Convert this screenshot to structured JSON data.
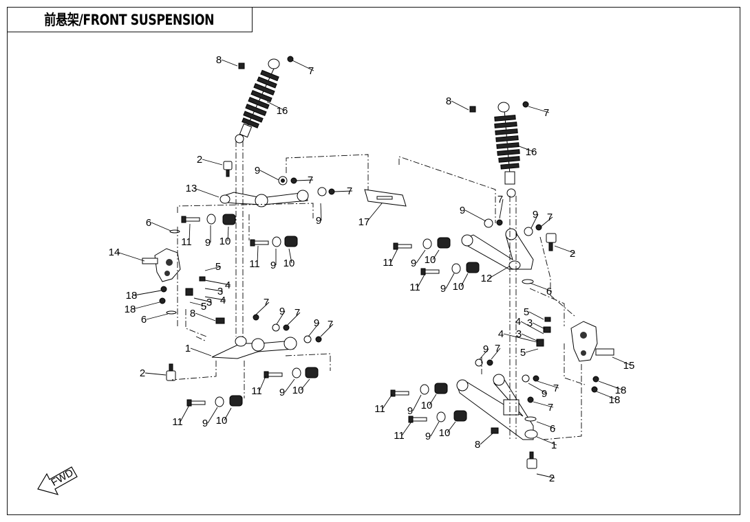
{
  "title": "前悬架/FRONT SUSPENSION",
  "fwd_label": "FWD",
  "callouts_left": [
    "8",
    "7",
    "16",
    "2",
    "9",
    "7",
    "7",
    "13",
    "9",
    "6",
    "11",
    "9",
    "10",
    "11",
    "9",
    "10",
    "14",
    "5",
    "4",
    "3",
    "18",
    "3",
    "4",
    "18",
    "5",
    "6",
    "8",
    "7",
    "9",
    "7",
    "9",
    "7",
    "1",
    "11",
    "9",
    "10",
    "2",
    "11",
    "9",
    "10"
  ],
  "callouts_right": [
    "8",
    "7",
    "16",
    "17",
    "9",
    "7",
    "9",
    "7",
    "2",
    "11",
    "9",
    "10",
    "11",
    "9",
    "10",
    "12",
    "6",
    "5",
    "3",
    "4",
    "4",
    "3",
    "5",
    "9",
    "7",
    "15",
    "11",
    "9",
    "10",
    "9",
    "7",
    "18",
    "18",
    "11",
    "9",
    "10",
    "7",
    "6",
    "8",
    "1",
    "2"
  ]
}
